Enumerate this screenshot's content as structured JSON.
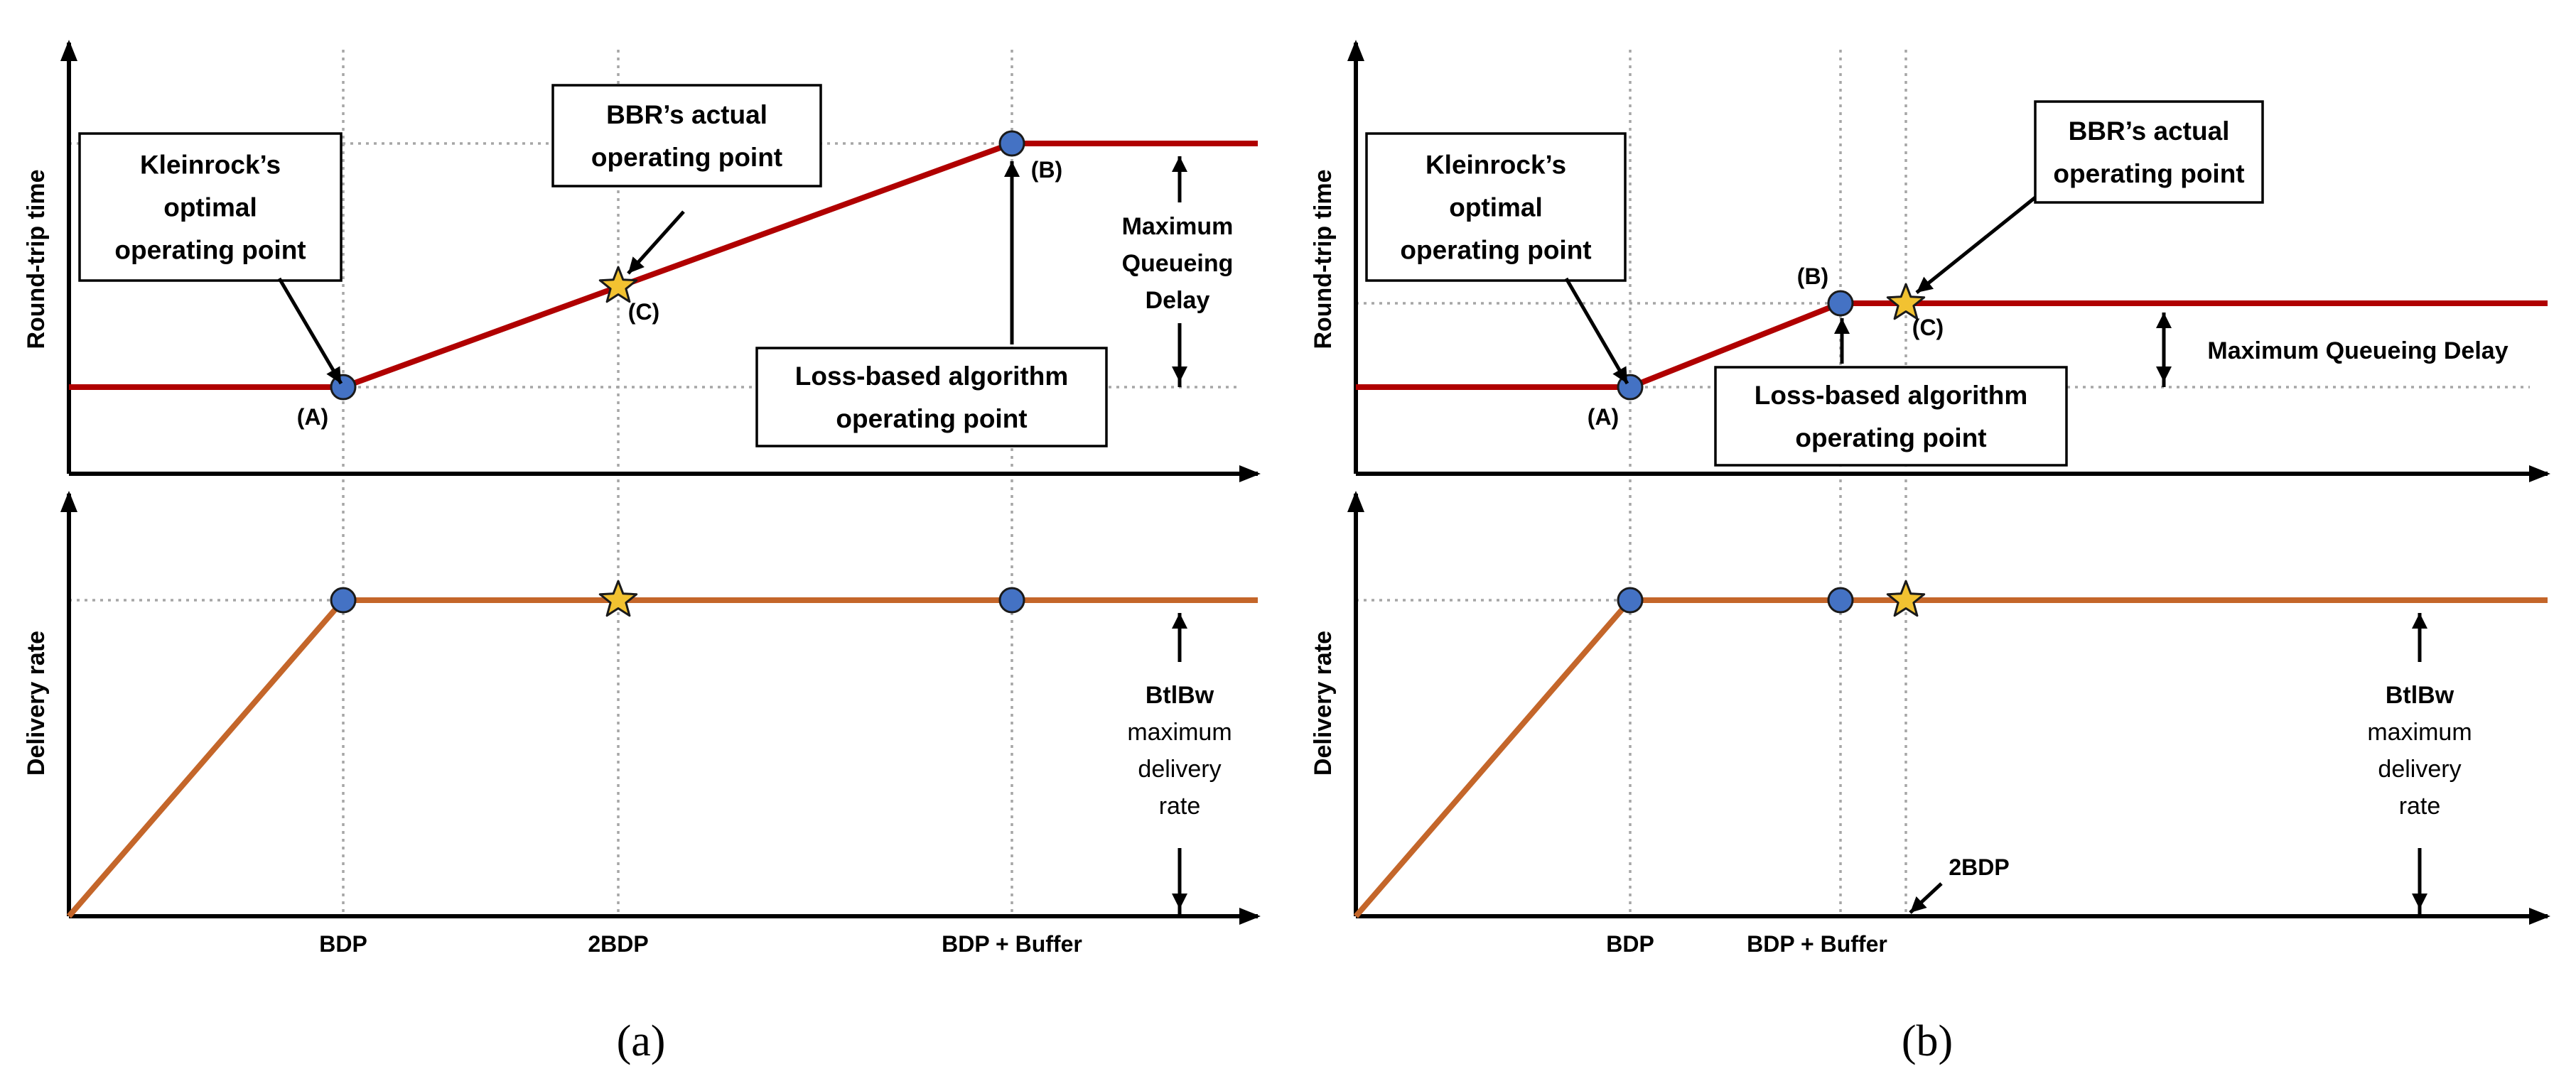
{
  "colors": {
    "rtt_line": "#b00000",
    "delivery_line": "#c4662a",
    "circle_fill": "#4472c4",
    "star_fill": "#f2c231",
    "grid": "#a6a6a6",
    "axis": "#000000"
  },
  "panels": [
    {
      "caption": "(a)",
      "rtt_axis_label": "Round-trip time",
      "delivery_axis_label": "Delivery rate",
      "x_ticks": {
        "bdp": "BDP",
        "two_bdp": "2BDP",
        "buffer": "BDP + Buffer"
      },
      "kleinrock_label": [
        "Kleinrock’s",
        "optimal",
        "operating point"
      ],
      "bbr_label": [
        "BBR’s actual",
        "operating  point"
      ],
      "loss_label": [
        "Loss-based algorithm",
        "operating point"
      ],
      "point_labels": {
        "a": "(A)",
        "b": "(B)",
        "c": "(C)"
      },
      "queue_label": [
        "Maximum",
        "Queueing",
        "Delay"
      ],
      "btlbw_label": [
        "BtlBw",
        "maximum",
        "delivery",
        "rate"
      ]
    },
    {
      "caption": "(b)",
      "rtt_axis_label": "Round-trip time",
      "delivery_axis_label": "Delivery rate",
      "x_ticks": {
        "bdp": "BDP",
        "two_bdp": "2BDP",
        "buffer": "BDP + Buffer"
      },
      "kleinrock_label": [
        "Kleinrock’s",
        "optimal",
        "operating point"
      ],
      "bbr_label": [
        "BBR’s actual",
        "operating  point"
      ],
      "loss_label": [
        "Loss-based algorithm",
        "operating point"
      ],
      "point_labels": {
        "a": "(A)",
        "b": "(B)",
        "c": "(C)"
      },
      "queue_label": [
        "Maximum Queueing Delay"
      ],
      "btlbw_label": [
        "BtlBw",
        "maximum",
        "delivery",
        "rate"
      ]
    }
  ]
}
